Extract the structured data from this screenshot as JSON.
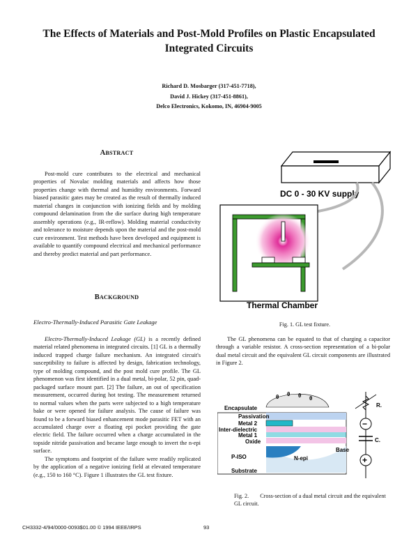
{
  "title": "The Effects of Materials and Post-Mold Profiles on Plastic Encapsulated Integrated Circuits",
  "authors": [
    "Richard D. Mosbarger (317-451-7718),",
    "David J. Hickey (317-451-8861),",
    "Delco Electronics, Kokomo, IN, 46904-9005"
  ],
  "abstract": {
    "heading_initial": "A",
    "heading_rest": "BSTRACT",
    "text": "Post-mold cure contributes to the electrical and mechanical properties of Novalac molding materials and affects how those properties change with thermal and humidity environments. Forward biased parasitic gates may be created as the result of thermally induced material changes in conjunction with ionizing fields and by molding compound delamination from the die surface during high temperature assembly operations (e.g., IR-reflow). Molding material conductivity and tolerance to moisture depends upon the material and the post-mold cure environment. Test methods have been developed and equipment is available to quantify compound electrical and mechanical performance and thereby predict material and part performance."
  },
  "background": {
    "heading_initial": "B",
    "heading_rest": "ACKGROUND",
    "subheading": "Electro-Thermally-Induced Parasitic Gate Leakage",
    "para1_italic": "Electro-Thermally-Induced Leakage (GL)",
    "para1_rest": " is a recently defined material related phenomena in integrated circuits. [1] GL is a thermally induced trapped charge failure mechanism. An integrated circuit's susceptibility to failure is affected by design, fabrication technology, type of molding compound, and the post mold cure profile. The GL phenomenon was first identified in a dual metal, bi-polar, 52 pin, quad-packaged surface mount part. [2] The failure, an out of specification measurement, occurred during hot testing. The measurement returned to normal values when the parts were subjected to a high temperature bake or were opened for failure analysis. The cause of failure was found to be a forward biased enhancement mode parasitic FET with an accumulated charge over a floating epi pocket providing the gate electric field. The failure occurred when a charge accumulated in the topside nitride passivation and became large enough to invert the n-epi surface.",
    "para2": "The symptoms and footprint of the failure were readily replicated by the application of a negative ionizing field at elevated temperature (e.g., 150 to 160 °C). Figure 1 illustrates the GL test fixture."
  },
  "right_text": "The GL phenomena can be equated to that of charging a capacitor through a variable resistor. A cross-section representation of a bi-polar dual metal circuit and the equivalent GL circuit components are illustrated in Figure 2.",
  "figure1": {
    "supply_label": "DC 0 - 30 KV supply",
    "chamber_label": "Thermal Chamber",
    "caption": "Fig. 1. GL test fixture."
  },
  "figure2": {
    "layers": [
      "Encapsulate",
      "Passivation",
      "Metal 2",
      "Inter-dielectric",
      "Metal 1",
      "Oxide",
      "P-ISO",
      "N-epi",
      "Base",
      "Substrate"
    ],
    "resistor_label": "R.",
    "capacitor_label": "C.",
    "minus_symbol": "−",
    "plus_symbol": "+",
    "charge_symbol": "θ",
    "caption_num": "Fig. 2.",
    "caption_text": "Cross-section of a dual metal circuit and the equivalent GL circuit."
  },
  "footer": {
    "code": "CH3332-4/94/0000-0093$01.00 © 1994 IEEE/IRPS",
    "page": "93"
  },
  "colors": {
    "chamber_green": "#3c9a2e",
    "glow_magenta": "#e0309a",
    "passivation_blue": "#bcd3f0",
    "metal_cyan": "#22b8c8",
    "oxide_pink": "#f3c4e6"
  }
}
